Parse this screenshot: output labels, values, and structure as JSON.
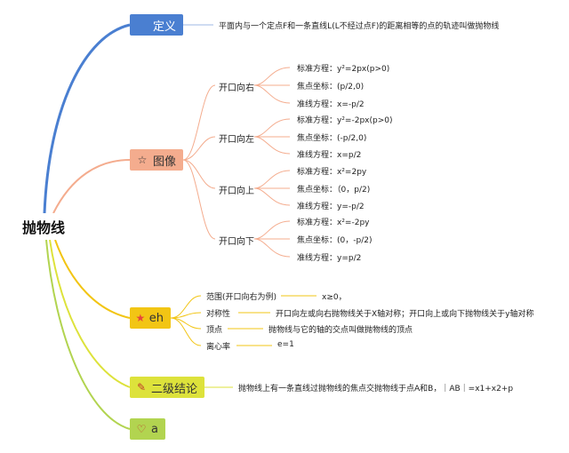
{
  "root": {
    "label": "抛物线"
  },
  "definition": {
    "label": "定义",
    "text": "平面内与一个定点F和一条直线L(L不经过点F)的距离相等的点的轨迹叫做抛物线",
    "color": "#4a7fd1"
  },
  "graph": {
    "label": "图像",
    "color": "#f4ac8e",
    "groups": [
      {
        "label": "开口向右",
        "items": [
          "标准方程：y²=2px(p>0)",
          "焦点坐标：(p/2,0)",
          "准线方程：x=-p/2"
        ]
      },
      {
        "label": "开口向左",
        "items": [
          "标准方程：y²=-2px(p>0)",
          "焦点坐标：(-p/2,0)",
          "准线方程：x=p/2"
        ]
      },
      {
        "label": "开口向上",
        "items": [
          "标准方程：x²=2py",
          "焦点坐标：（0，p/2)",
          "准线方程：y=-p/2"
        ]
      },
      {
        "label": "开口向下",
        "items": [
          "标准方程：x²=-2py",
          "焦点坐标：(0，-p/2)",
          "准线方程：y=p/2"
        ]
      }
    ]
  },
  "properties": {
    "label": "eh",
    "color": "#f2c514",
    "rows": [
      {
        "name": "范围(开口向右为例)",
        "value": "x≥0，"
      },
      {
        "name": "对称性",
        "value": "开口向左或向右抛物线关于X轴对称；开口向上或向下抛物线关于y轴对称"
      },
      {
        "name": "顶点",
        "value": "抛物线与它的轴的交点叫做抛物线的顶点"
      },
      {
        "name": "离心率",
        "value": "e=1"
      }
    ]
  },
  "secondary": {
    "label": "二级结论",
    "color": "#dde23b",
    "text": "抛物线上有一条直线过抛物线的焦点交抛物线于点A和B，｜AB｜=x1+x2+p"
  },
  "a_topic": {
    "label": "a",
    "color": "#b2d450"
  }
}
